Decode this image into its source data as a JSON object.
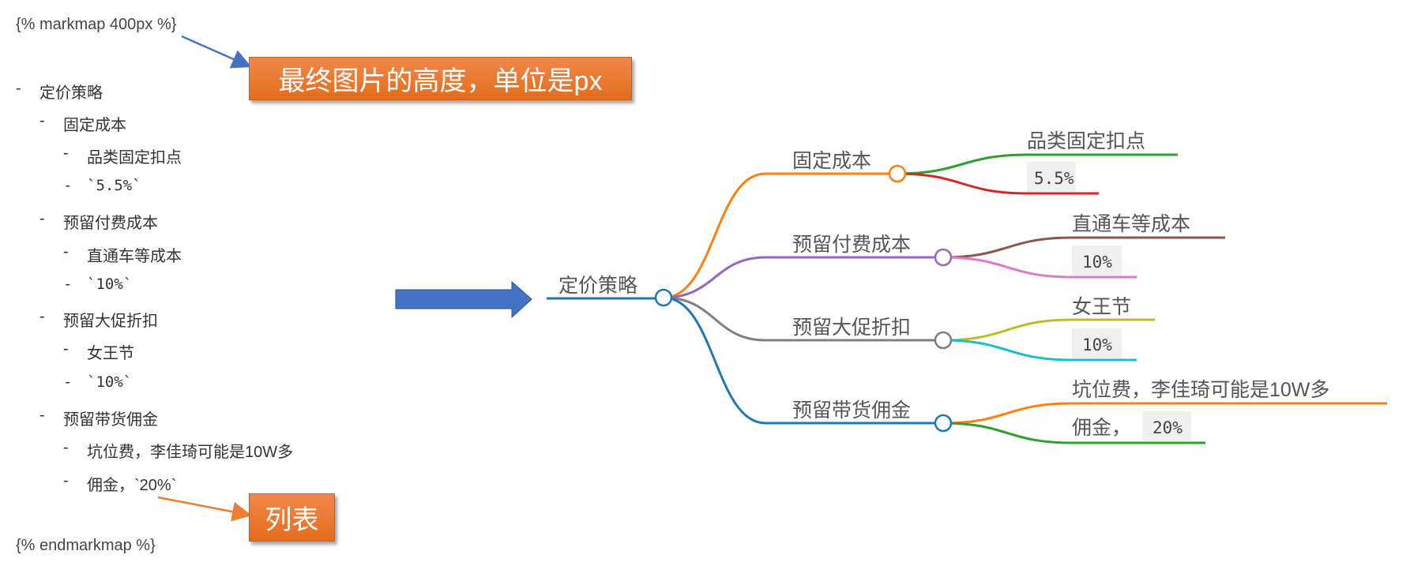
{
  "markdown": {
    "open_tag": "{% markmap 400px %}",
    "close_tag": "{% endmarkmap %}",
    "dash": "-",
    "items": [
      {
        "level": 1,
        "text": "定价策略"
      },
      {
        "level": 2,
        "text": "固定成本"
      },
      {
        "level": 3,
        "text": "品类固定扣点"
      },
      {
        "level": 3,
        "text": "`5.5%`"
      },
      {
        "level": 2,
        "text": "预留付费成本"
      },
      {
        "level": 3,
        "text": "直通车等成本"
      },
      {
        "level": 3,
        "text": "`10%`"
      },
      {
        "level": 2,
        "text": "预留大促折扣"
      },
      {
        "level": 3,
        "text": "女王节"
      },
      {
        "level": 3,
        "text": "`10%`"
      },
      {
        "level": 2,
        "text": "预留带货佣金"
      },
      {
        "level": 3,
        "text": "坑位费，李佳琦可能是10W多"
      },
      {
        "level": 3,
        "text": "佣金，`20%`"
      }
    ]
  },
  "callouts": {
    "height_note": "最终图片的高度，单位是px",
    "list_note": "列表"
  },
  "colors": {
    "callout": "#ec7a2e",
    "arrow_blue": "#4472c4",
    "root": "#1f77b4",
    "fixed": "#ff7f0e",
    "paid": "#9467bd",
    "promo": "#7f7f7f",
    "commission": "#1f77b4"
  },
  "mindmap": {
    "root": "定价策略",
    "branches": [
      {
        "label": "固定成本",
        "children": [
          {
            "text": "品类固定扣点"
          },
          {
            "code": "5.5%"
          }
        ]
      },
      {
        "label": "预留付费成本",
        "children": [
          {
            "text": "直通车等成本"
          },
          {
            "code": "10%"
          }
        ]
      },
      {
        "label": "预留大促折扣",
        "children": [
          {
            "text": "女王节"
          },
          {
            "code": "10%"
          }
        ]
      },
      {
        "label": "预留带货佣金",
        "children": [
          {
            "text": "坑位费，李佳琦可能是10W多"
          },
          {
            "text": "佣金，",
            "code": "20%"
          }
        ]
      }
    ]
  }
}
